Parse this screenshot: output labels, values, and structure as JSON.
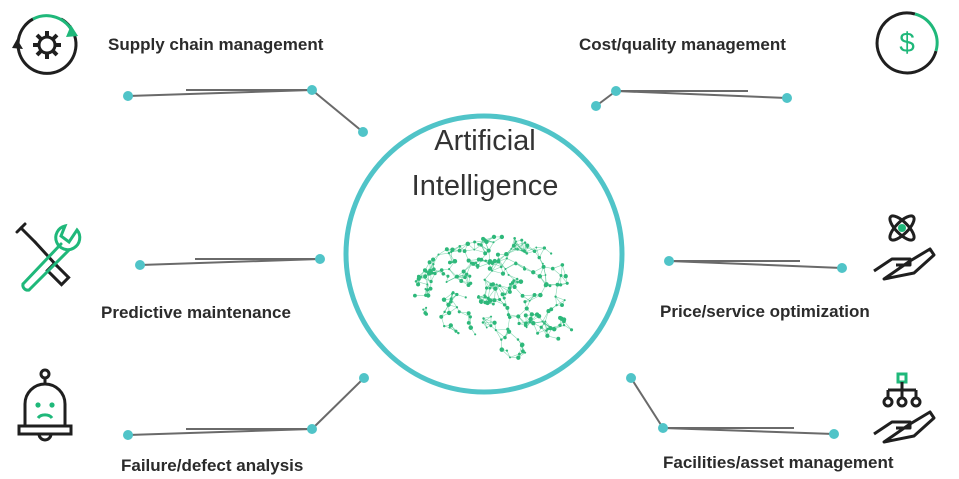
{
  "center": {
    "line1": "Artificial",
    "line2": "Intelligence",
    "icon": "brain-network-icon"
  },
  "items": [
    {
      "label": "Supply chain management",
      "icon": "gear-cycle-icon"
    },
    {
      "label": "Cost/quality management",
      "icon": "dollar-cycle-icon"
    },
    {
      "label": "Predictive maintenance",
      "icon": "wrench-screwdriver-icon"
    },
    {
      "label": "Price/service optimization",
      "icon": "hand-atom-icon"
    },
    {
      "label": "Failure/defect analysis",
      "icon": "sad-robot-icon"
    },
    {
      "label": "Facilities/asset management",
      "icon": "hand-network-icon"
    }
  ],
  "colors": {
    "accent": "#50c4c8",
    "line": "#6a6a6a",
    "text": "#2b2b2b",
    "brain": "#2db87a",
    "icon_dark": "#1f1f1f",
    "icon_green": "#1fb87a"
  }
}
